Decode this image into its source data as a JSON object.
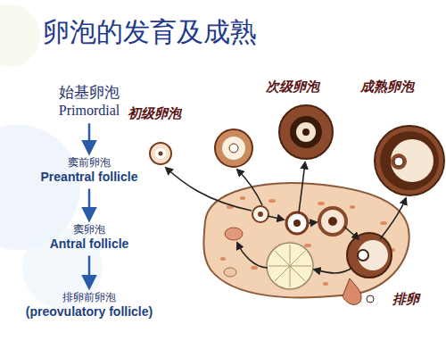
{
  "diagram": {
    "title": "卵泡的发育及成熟",
    "nodes": [
      {
        "text": [
          "始基卵泡",
          "Primordial"
        ]
      },
      {
        "text": [
          "窦前卵泡",
          "Preantral follicle"
        ]
      },
      {
        "text": [
          "窦卵泡",
          "Antral follicle"
        ]
      },
      {
        "text": [
          "排卵前卵泡",
          "(preovulatory follicle)"
        ]
      }
    ],
    "edges": [
      {
        "from": 0,
        "to": 1,
        "arrow": "to"
      },
      {
        "from": 1,
        "to": 2,
        "arrow": "to"
      },
      {
        "from": 2,
        "to": 3,
        "arrow": "to"
      }
    ],
    "labels": [
      "初级卵泡",
      "次级卵泡",
      "成熟卵泡",
      "排卵"
    ]
  }
}
